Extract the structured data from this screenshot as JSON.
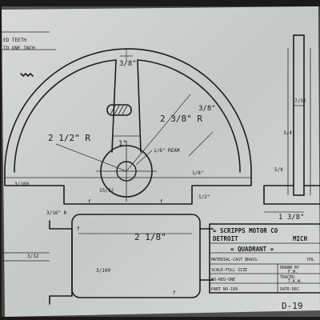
{
  "sheet": {
    "paper_color": "#c9cdca",
    "ink_color": "#1c1c1c",
    "shadow_color": "#1b1a18"
  },
  "notes": {
    "teeth_line1": "ED TEETH",
    "teeth_line2": "TO ONE INCH"
  },
  "dimensions": {
    "hub_top": "3/8\"",
    "spoke_width": "1\"",
    "outer_radius": "2 1/2\" R",
    "inner_radius": "2 3/8\" R",
    "rim_thickness": "3/8\"",
    "reamed_hole": "1/8\" REAM",
    "hub_dia": "15/32",
    "base_left": "3/100",
    "base_height": "1/8\"",
    "base_step": "1/2\"",
    "side_width": "7/32",
    "side_height": "3/4\"",
    "side_offset": "5/8",
    "side_base": "1 3/8\"",
    "lower_length": "2 1/8\"",
    "lower_height": "3/100",
    "lower_left": "3/16\" R",
    "lower_slot": "3/32",
    "finish_mark": "f"
  },
  "title_block": {
    "company_line": "= SCRIPPS MOTOR CO",
    "city_left": "DETROIT",
    "city_right": "MICH",
    "part_name": "= QUADRANT =",
    "material": "MATERIAL-CAST BRASS-",
    "material_note": "POL",
    "scale": "SCALE-FULL SIZE",
    "drawn_by": "DRAWN BY",
    "drawn_initials": "F.W.",
    "quantity": "NO-REQ-ONE",
    "traced": "TRACED-",
    "traced_initials": "T.K.W.",
    "part_no": "PART NO-189",
    "date": "DATE-DEC",
    "drawing_no": "D-19"
  }
}
